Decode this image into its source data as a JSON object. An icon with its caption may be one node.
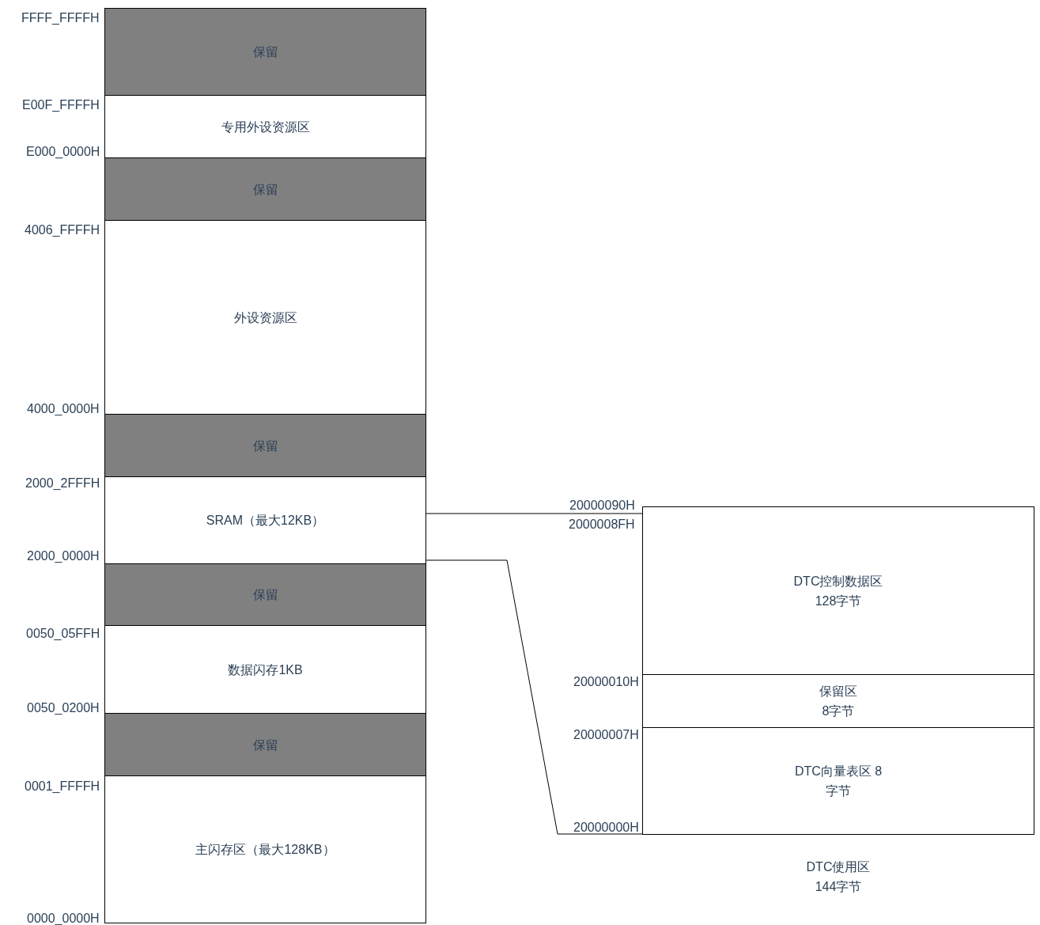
{
  "diagram": {
    "nodes": [
      {
        "text": [
          "保留"
        ]
      },
      {
        "text": [
          "专用外设资源区"
        ]
      },
      {
        "text": [
          "保留"
        ]
      },
      {
        "text": [
          "外设资源区"
        ]
      },
      {
        "text": [
          "保留"
        ]
      },
      {
        "text": [
          "SRAM（最大12KB）"
        ]
      },
      {
        "text": [
          "保留"
        ]
      },
      {
        "text": [
          "数据闪存1KB"
        ]
      },
      {
        "text": [
          "保留"
        ]
      },
      {
        "text": [
          "主闪存区（最大128KB）"
        ]
      },
      {
        "text": [
          "DTC控制数据区 128字节"
        ]
      },
      {
        "text": [
          "保留区 8字节"
        ]
      },
      {
        "text": [
          "DTC向量表区 8字节"
        ]
      }
    ],
    "edges": [
      {
        "from": 5,
        "to": 10,
        "arrow": "none"
      },
      {
        "from": 5,
        "to": 12,
        "arrow": "none"
      }
    ],
    "labels": [
      "FFFF_FFFFH",
      "E00F_FFFFH",
      "E000_0000H",
      "4006_FFFFH",
      "4000_0000H",
      "2000_2FFFH",
      "2000_0000H",
      "0050_05FFH",
      "0050_0200H",
      "0001_FFFFH",
      "0000_0000H",
      "20000090H",
      "2000008FH",
      "20000010H",
      "20000007H",
      "20000000H",
      "DTC使用区 144字节"
    ]
  }
}
